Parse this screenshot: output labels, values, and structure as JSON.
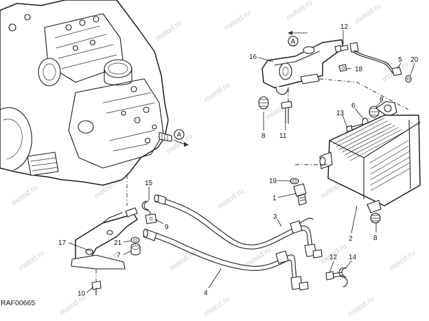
{
  "diagram": {
    "reference_code": "RAF00665",
    "watermark": "motod.ru",
    "callouts": {
      "c1": "1",
      "c2": "2",
      "c3": "3",
      "c4": "4",
      "c5": "5",
      "c6": "6",
      "c7": "7",
      "c8a": "8",
      "c8b": "8",
      "c8c": "8",
      "c9": "9",
      "c10": "10",
      "c11": "11",
      "c12a": "12",
      "c12b": "12",
      "c13": "13",
      "c14": "14",
      "c15": "15",
      "c16": "16",
      "c17": "17",
      "c18": "18",
      "c19": "19",
      "c20": "20",
      "c21": "21"
    },
    "reference_marks": {
      "a1": "A",
      "a2": "A"
    }
  }
}
